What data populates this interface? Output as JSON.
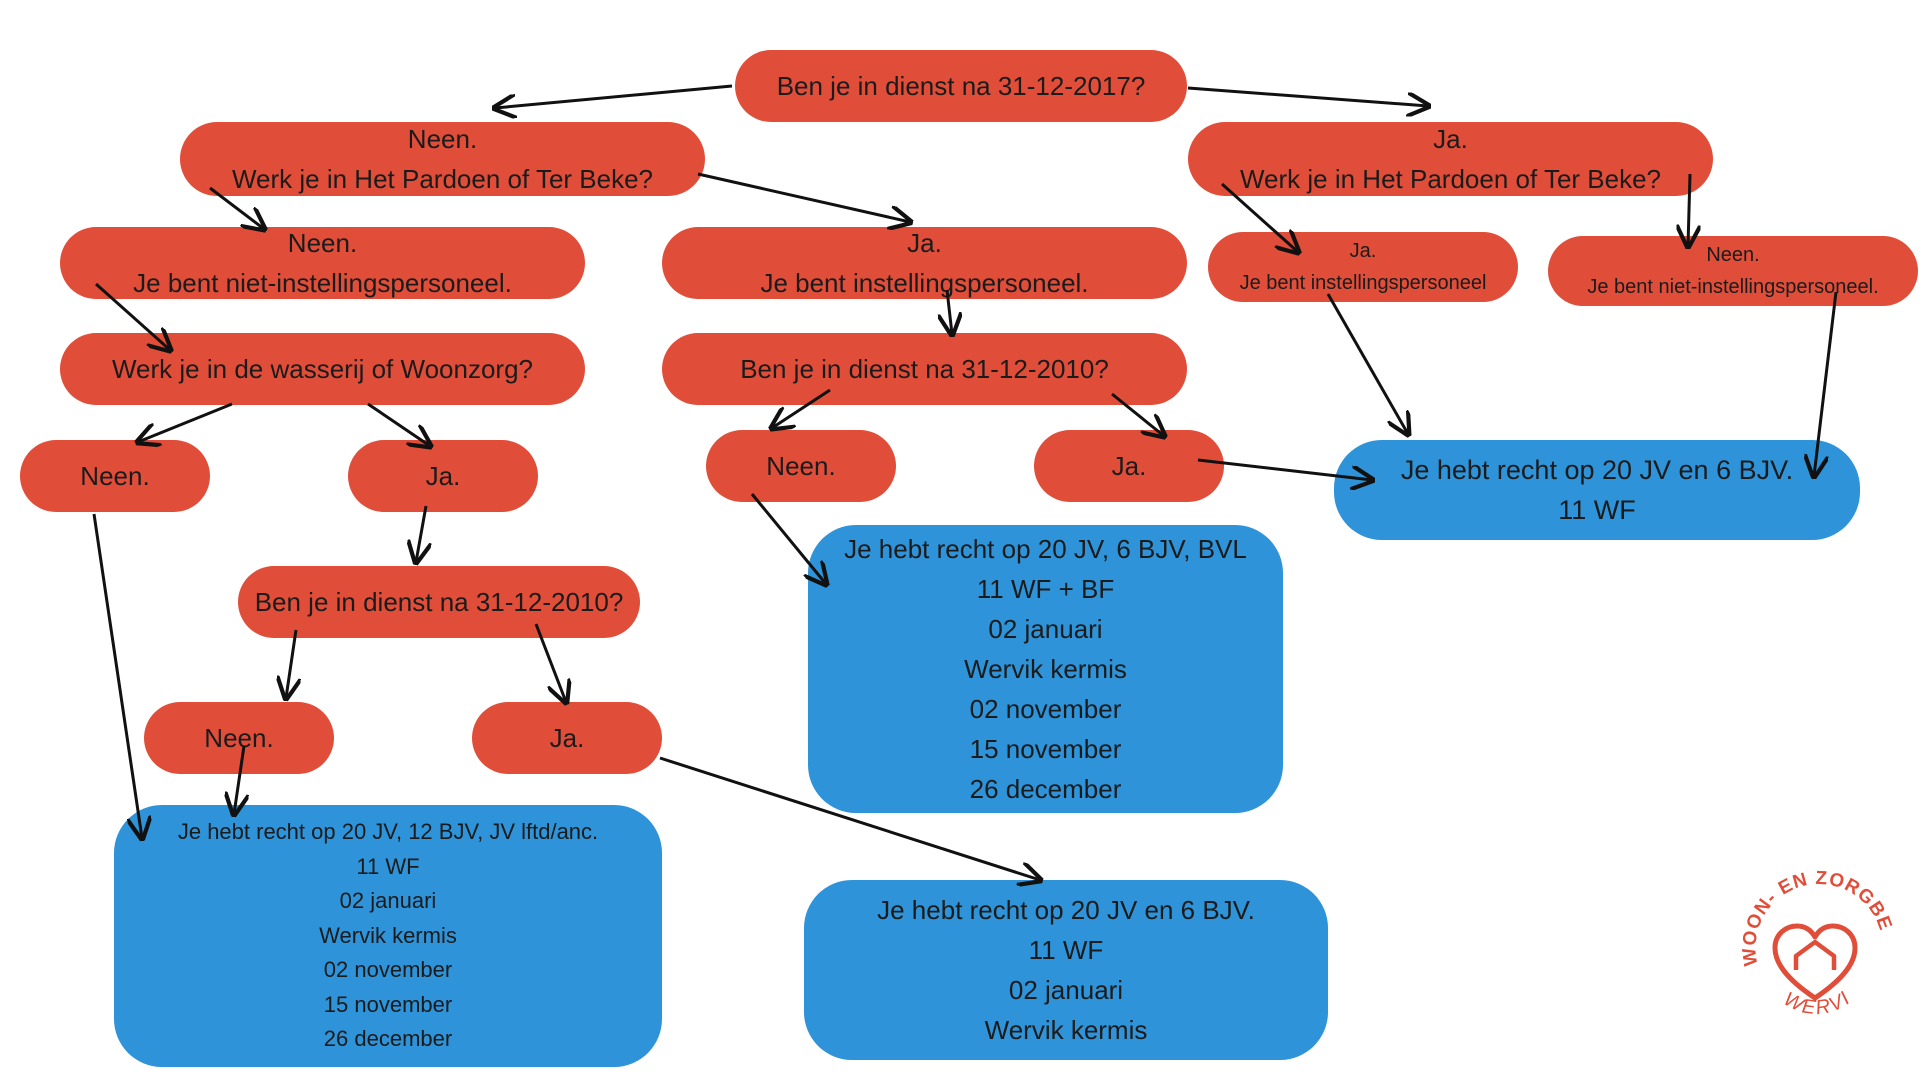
{
  "colors": {
    "question": "#e04e3a",
    "result": "#2e93d8",
    "text": "#1b1b1b",
    "arrow": "#111111"
  },
  "nodes": {
    "root": {
      "lines": [
        "Ben je in dienst na 31-12-2017?"
      ]
    },
    "left_q": {
      "lines": [
        "Neen.",
        "Werk je in Het Pardoen of Ter Beke?"
      ]
    },
    "right_q": {
      "lines": [
        "Ja.",
        "Werk je in Het Pardoen of Ter Beke?"
      ]
    },
    "left_no": {
      "lines": [
        "Neen.",
        "Je bent niet-instellingspersoneel."
      ]
    },
    "left_yes": {
      "lines": [
        "Ja.",
        "Je bent instellingspersoneel."
      ]
    },
    "right_yes": {
      "lines": [
        "Ja.",
        "Je bent instellingspersoneel"
      ]
    },
    "right_no": {
      "lines": [
        "Neen.",
        "Je bent niet-instellingspersoneel."
      ]
    },
    "wasserij_q": {
      "lines": [
        "Werk je in de wasserij of Woonzorg?"
      ]
    },
    "dienst2010_mid": {
      "lines": [
        "Ben je in dienst na 31-12-2010?"
      ]
    },
    "wass_no": {
      "lines": [
        "Neen."
      ]
    },
    "wass_yes": {
      "lines": [
        "Ja."
      ]
    },
    "mid_no": {
      "lines": [
        "Neen."
      ]
    },
    "mid_yes": {
      "lines": [
        "Ja."
      ]
    },
    "dienst2010_left": {
      "lines": [
        "Ben je in dienst na 31-12-2010?"
      ]
    },
    "d2010_no": {
      "lines": [
        "Neen."
      ]
    },
    "d2010_yes": {
      "lines": [
        "Ja."
      ]
    },
    "result_right": {
      "lines": [
        "Je hebt recht op 20 JV en 6 BJV.",
        "11 WF"
      ]
    },
    "result_mid": {
      "lines": [
        "Je hebt recht op 20 JV, 6 BJV, BVL",
        "11 WF + BF",
        "02 januari",
        "Wervik kermis",
        "02 november",
        "15 november",
        "26 december"
      ]
    },
    "result_left": {
      "lines": [
        "Je hebt recht op 20 JV, 12 BJV, JV lftd/anc.",
        "11 WF",
        "02 januari",
        "Wervik kermis",
        "02 november",
        "15 november",
        "26 december"
      ]
    },
    "result_bottom": {
      "lines": [
        "Je hebt recht op 20 JV en 6 BJV.",
        "11 WF",
        "02 januari",
        "Wervik kermis"
      ]
    }
  },
  "logo": {
    "name": "woon-en-zorgbedrijf-wervik-logo",
    "lettering": "WOON- EN ZORGBEDRIJF WERVIK"
  }
}
